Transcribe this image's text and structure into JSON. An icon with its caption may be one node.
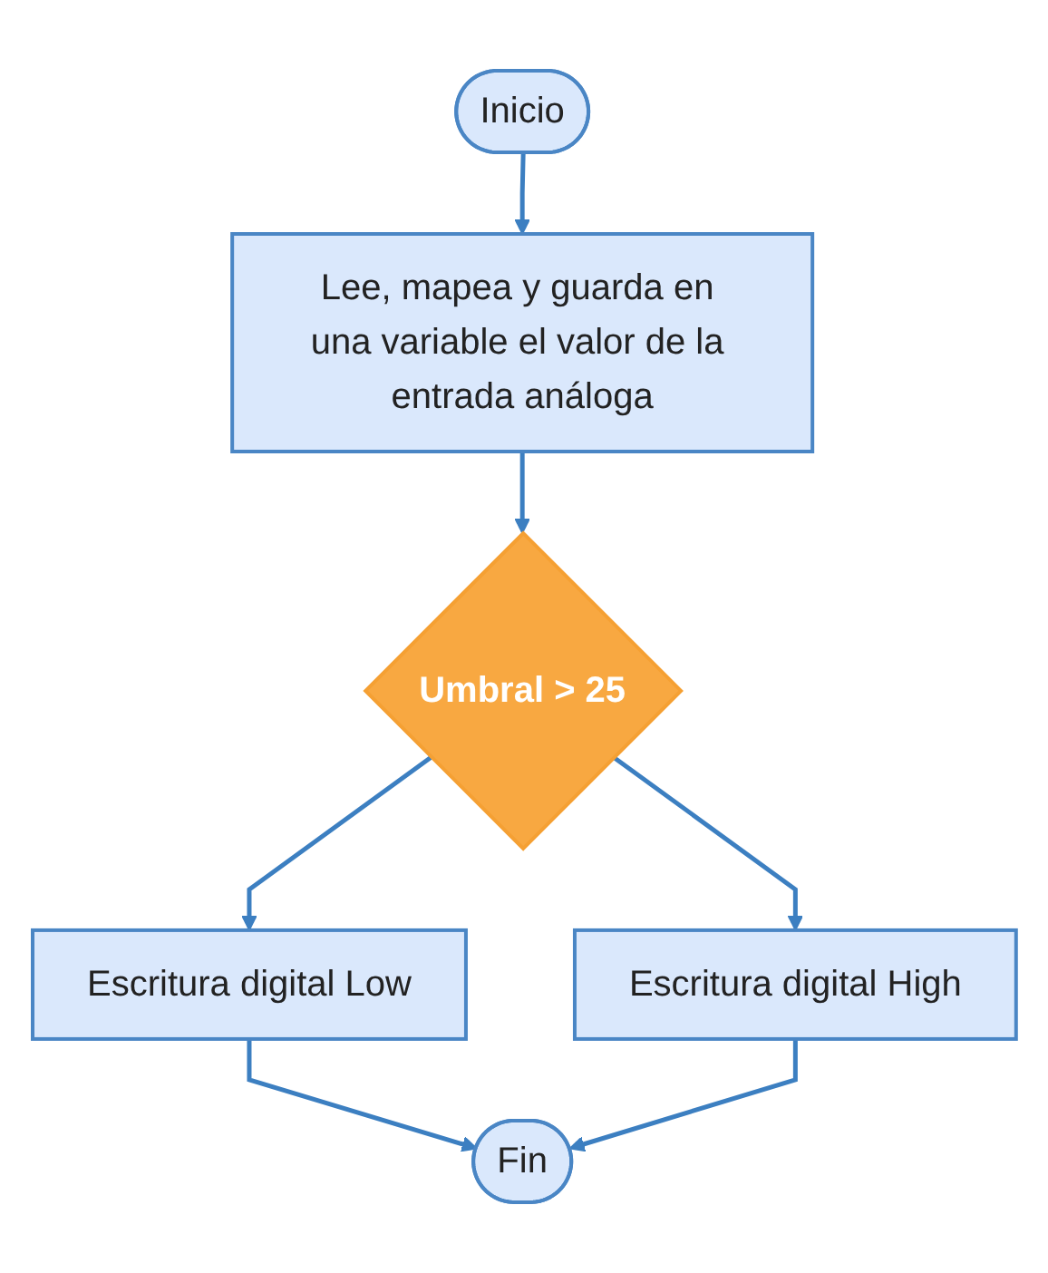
{
  "diagram": {
    "nodes": [
      {
        "text": [
          "Inicio"
        ]
      },
      {
        "text": [
          "Lee, mapea y guarda en una variable el valor de la entrada análoga"
        ]
      },
      {
        "text": [
          "Umbral > 25"
        ]
      },
      {
        "text": [
          "Escritura digital Low"
        ]
      },
      {
        "text": [
          "Escritura digital High"
        ]
      },
      {
        "text": [
          "Fin"
        ]
      }
    ],
    "edges": [
      {
        "from": 0,
        "to": 1,
        "arrow": "to"
      },
      {
        "from": 1,
        "to": 2,
        "arrow": "to"
      },
      {
        "from": 2,
        "to": 3,
        "arrow": "to"
      },
      {
        "from": 2,
        "to": 4,
        "arrow": "to"
      },
      {
        "from": 3,
        "to": 5,
        "arrow": "to"
      },
      {
        "from": 4,
        "to": 5,
        "arrow": "to"
      }
    ]
  }
}
